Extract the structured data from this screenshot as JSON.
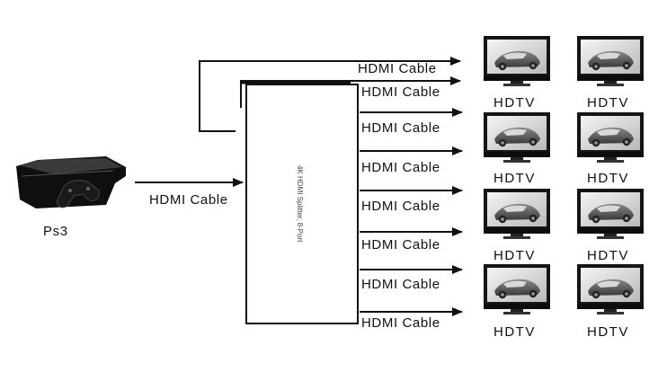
{
  "source": {
    "label": "Ps3",
    "icon": "game-console-icon"
  },
  "splitter": {
    "label": "4K HDMI Splitter, 8-Port"
  },
  "cable_label": "HDMI Cable",
  "output_labels": [
    "HDMI Cable",
    "HDMI Cable",
    "HDMI Cable",
    "HDMI Cable",
    "HDMI Cable",
    "HDMI Cable",
    "HDMI Cable",
    "HDMI Cable"
  ],
  "input_label": "HDMI Cable",
  "display": {
    "label": "HDTV",
    "icon": "television-icon"
  },
  "displays": [
    "HDTV",
    "HDTV",
    "HDTV",
    "HDTV",
    "HDTV",
    "HDTV",
    "HDTV",
    "HDTV"
  ]
}
